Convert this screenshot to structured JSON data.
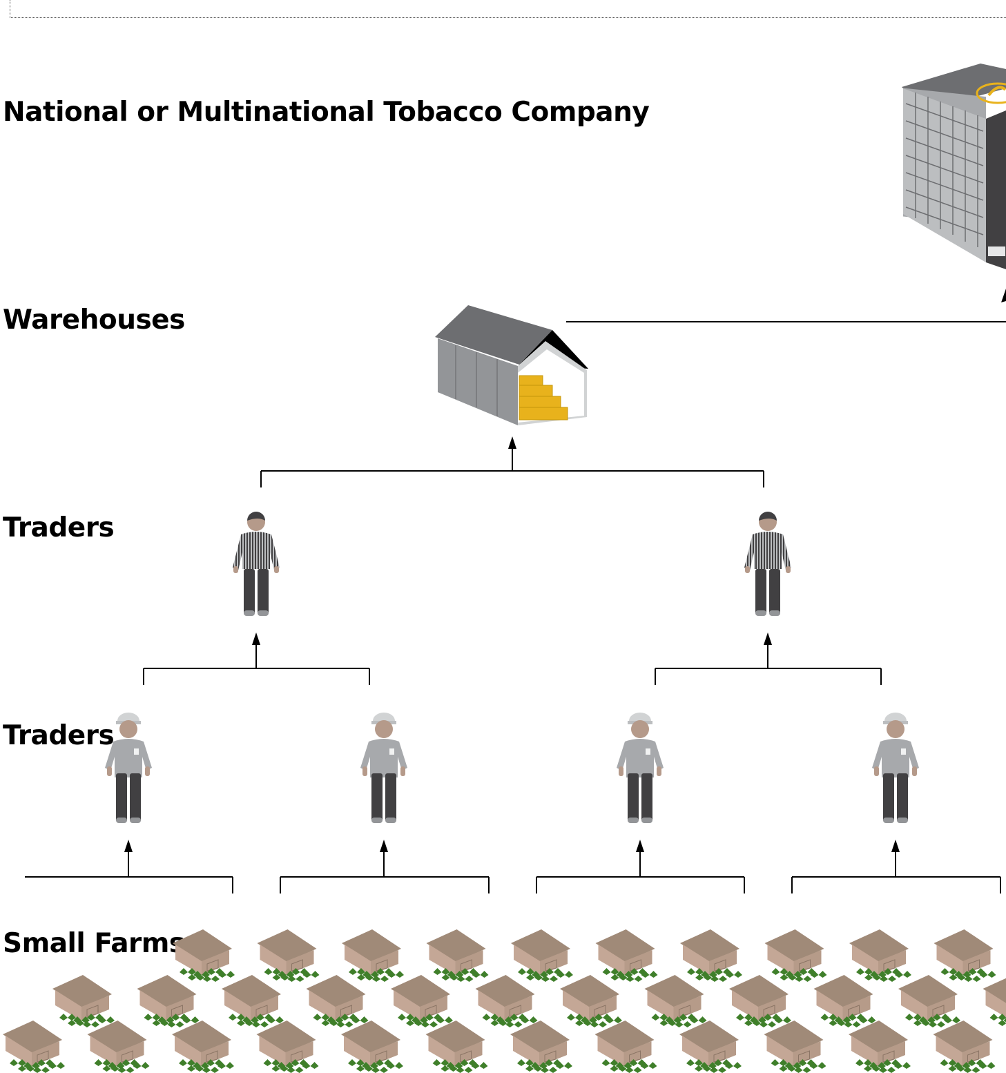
{
  "levels": {
    "company": "National or Multinational Tobacco Company",
    "warehouses": "Warehouses",
    "traders_upper": "Traders",
    "traders_lower": "Traders",
    "farms": "Small Farms"
  },
  "icons": {
    "company": "office-building-icon",
    "warehouse": "warehouse-icon",
    "trader_upper": "trader-suit-icon",
    "trader_lower": "trader-cap-icon",
    "farm": "farm-house-icon",
    "arrow": "arrow-up-icon"
  },
  "colors": {
    "line": "#000000",
    "building": "#8a8a8a",
    "tobacco": "#e8b21c",
    "farm_roof": "#a08a78",
    "farm_wall": "#c4a796",
    "crop": "#3f7f2a",
    "shirt": "#a7a9ac",
    "pants": "#414042",
    "skin": "#b59a8a"
  }
}
